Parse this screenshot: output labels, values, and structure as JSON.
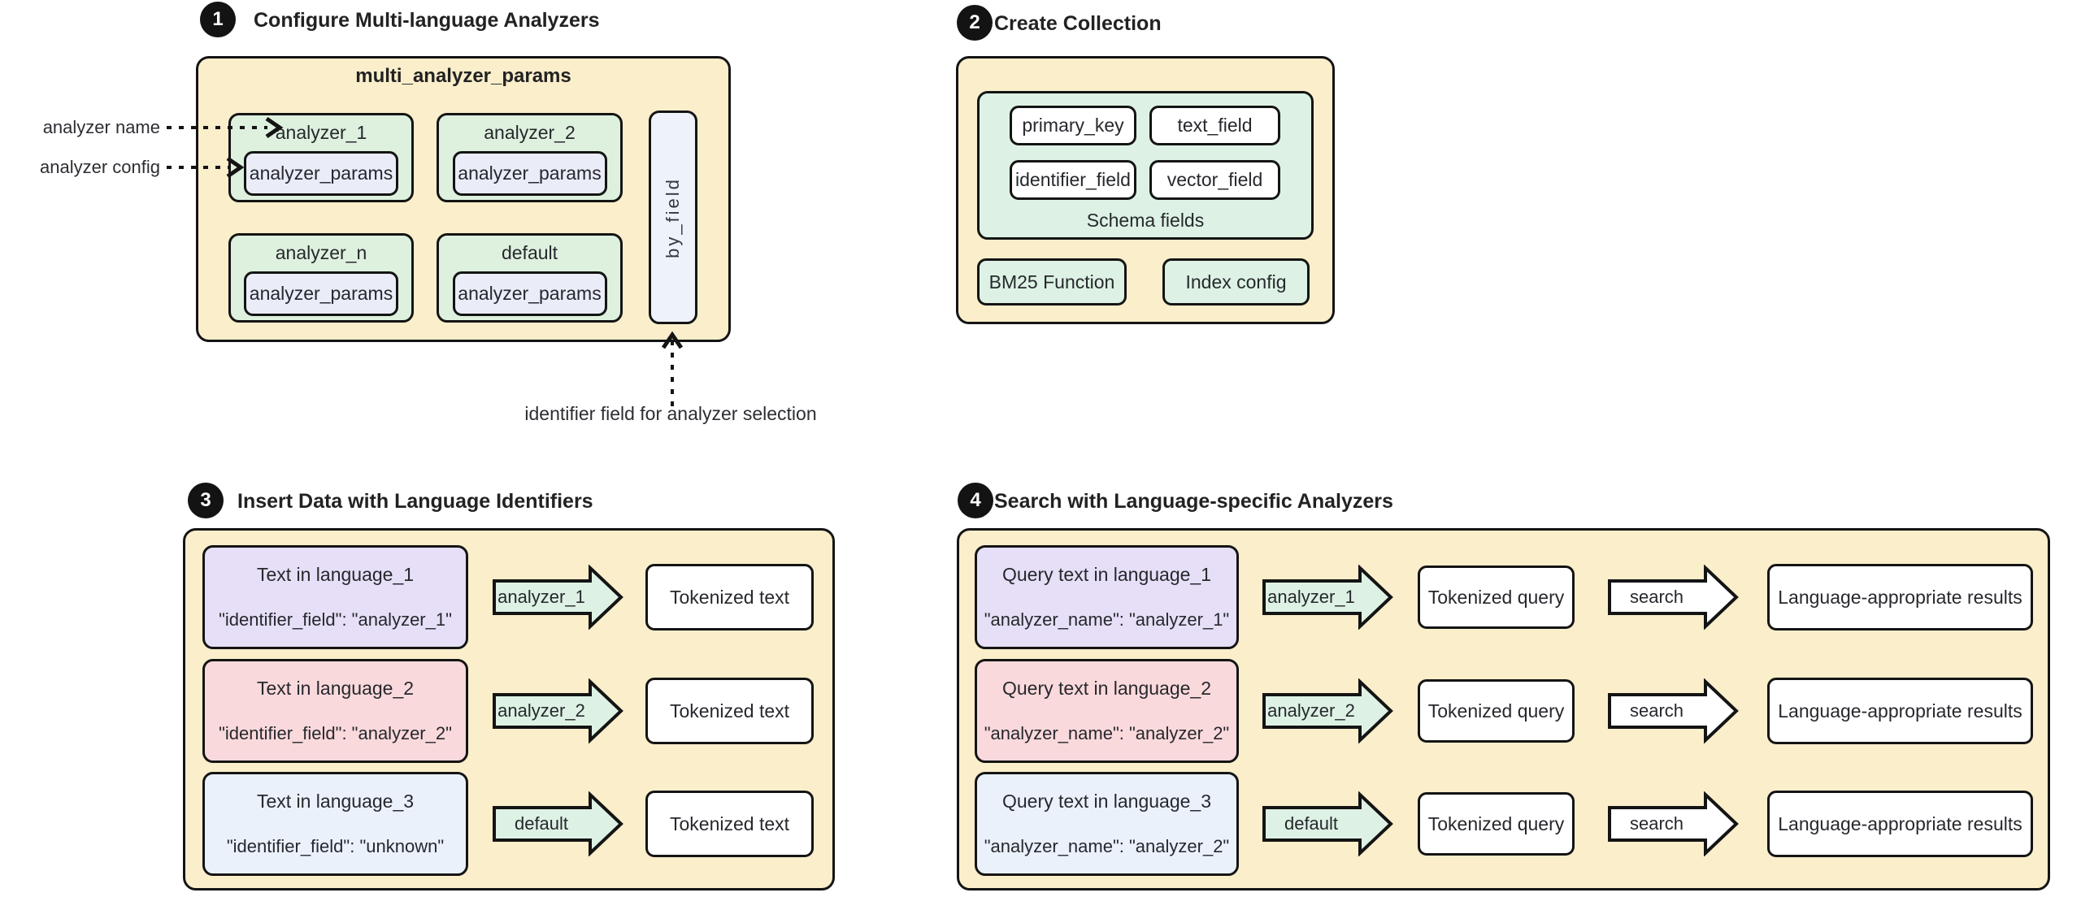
{
  "colors": {
    "panel_yellow": "#FAEECB",
    "box_green": "#DEF0DE",
    "box_mint": "#DDF2E4",
    "box_lavender": "#EAEDF8",
    "box_byfield": "#EDF2FB",
    "row_purple": "#E6DFF7",
    "row_pink": "#FAD9DC",
    "row_blue": "#EAF1FB",
    "border": "#141414",
    "badge_black": "#131313"
  },
  "step1": {
    "number": "1",
    "title": "Configure Multi-language Analyzers",
    "container_title": "multi_analyzer_params",
    "analyzers": [
      {
        "name": "analyzer_1",
        "params": "analyzer_params"
      },
      {
        "name": "analyzer_2",
        "params": "analyzer_params"
      },
      {
        "name": "analyzer_n",
        "params": "analyzer_params"
      },
      {
        "name": "default",
        "params": "analyzer_params"
      }
    ],
    "by_field": "by_field",
    "label_analyzer_name": "analyzer name",
    "label_analyzer_config": "analyzer config",
    "note_identifier": "identifier field for analyzer selection"
  },
  "step2": {
    "number": "2",
    "title": "Create Collection",
    "schema_fields": [
      "primary_key",
      "text_field",
      "identifier_field",
      "vector_field"
    ],
    "schema_label": "Schema fields",
    "bm25_label": "BM25 Function",
    "index_label": "Index config"
  },
  "step3": {
    "number": "3",
    "title": "Insert Data with Language Identifiers",
    "rows": [
      {
        "text": "Text in language_1",
        "identifier": "\"identifier_field\": \"analyzer_1\"",
        "analyzer": "analyzer_1",
        "output": "Tokenized text"
      },
      {
        "text": "Text in language_2",
        "identifier": "\"identifier_field\": \"analyzer_2\"",
        "analyzer": "analyzer_2",
        "output": "Tokenized text"
      },
      {
        "text": "Text in language_3",
        "identifier": "\"identifier_field\": \"unknown\"",
        "analyzer": "default",
        "output": "Tokenized text"
      }
    ]
  },
  "step4": {
    "number": "4",
    "title": "Search with Language-specific Analyzers",
    "rows": [
      {
        "text": "Query text in language_1",
        "identifier": "\"analyzer_name\": \"analyzer_1\"",
        "analyzer": "analyzer_1",
        "tokenized": "Tokenized query",
        "search": "search",
        "result": "Language-appropriate results"
      },
      {
        "text": "Query text in language_2",
        "identifier": "\"analyzer_name\": \"analyzer_2\"",
        "analyzer": "analyzer_2",
        "tokenized": "Tokenized query",
        "search": "search",
        "result": "Language-appropriate results"
      },
      {
        "text": "Query text in language_3",
        "identifier": "\"analyzer_name\": \"analyzer_2\"",
        "analyzer": "default",
        "tokenized": "Tokenized query",
        "search": "search",
        "result": "Language-appropriate results"
      }
    ]
  }
}
